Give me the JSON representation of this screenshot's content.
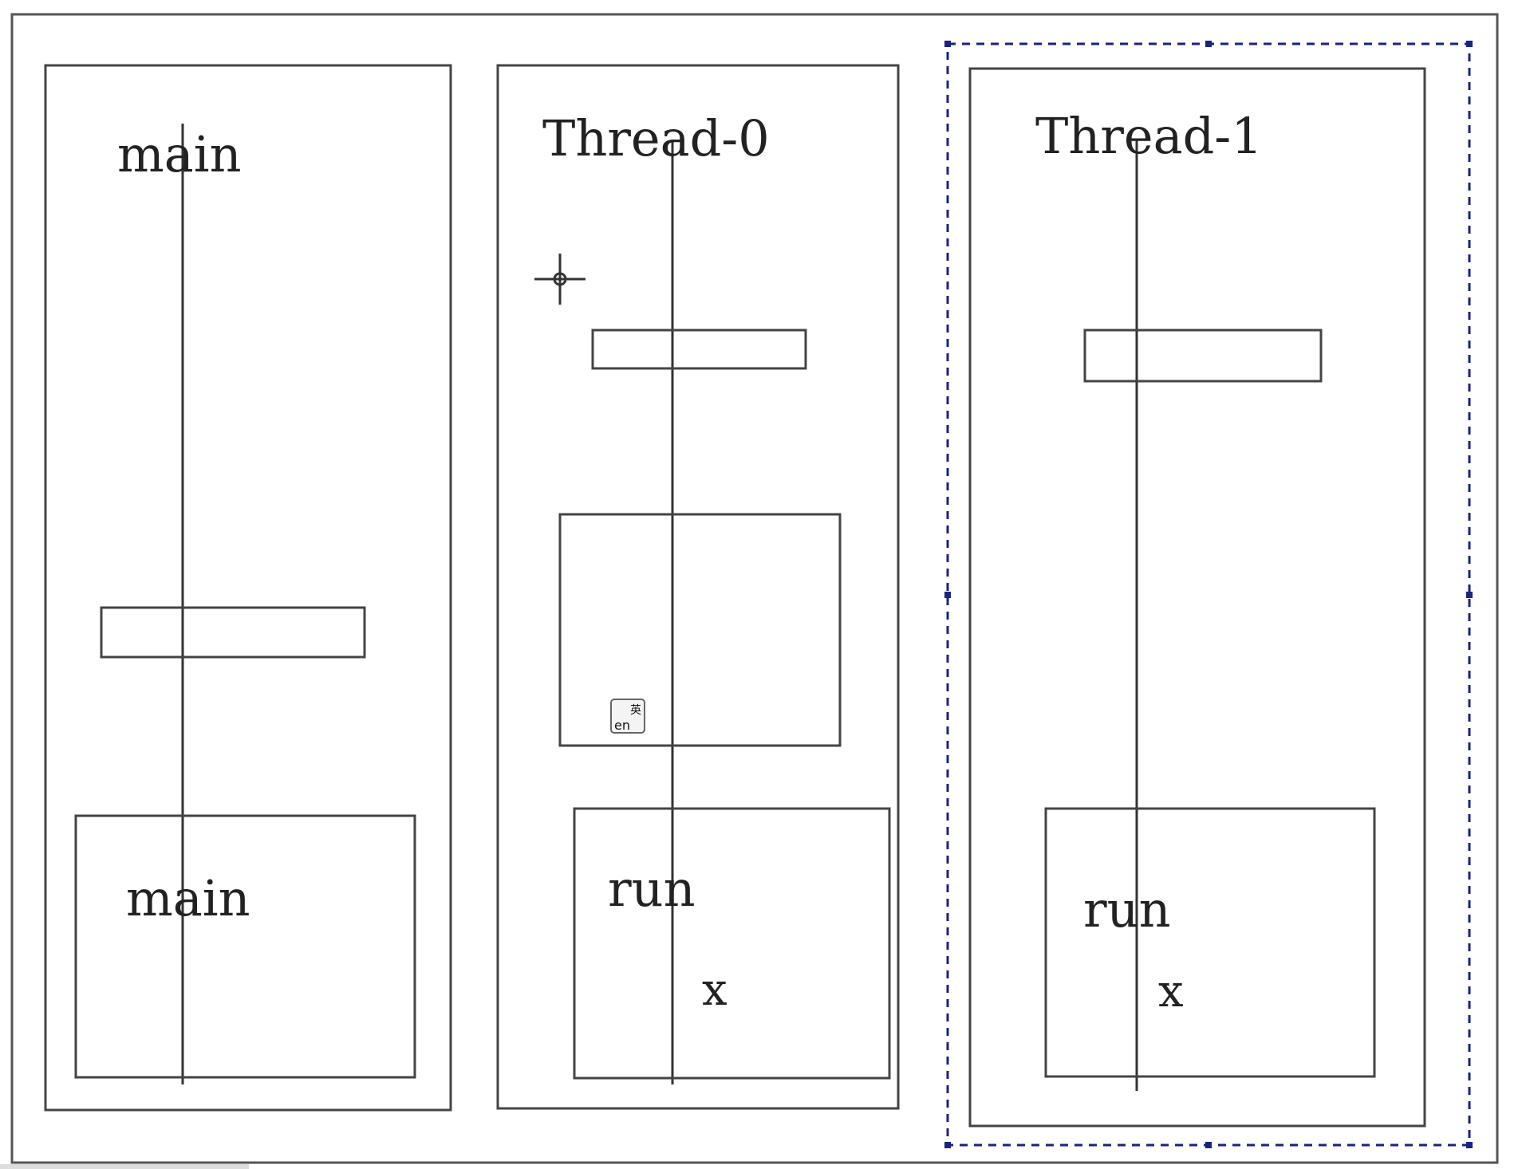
{
  "colors": {
    "line": "#444444",
    "selection": "#1a237e",
    "background": "#ffffff"
  },
  "threads": [
    {
      "name": "main",
      "frame_label": "main",
      "variable": ""
    },
    {
      "name": "Thread-0",
      "frame_label": "run",
      "variable": "x"
    },
    {
      "name": "Thread-1",
      "frame_label": "run",
      "variable": "x"
    }
  ],
  "ime_indicator": {
    "latin": "en",
    "han": "英"
  },
  "icons": {
    "cursor": "crosshair-cursor-icon",
    "ime": "ime-language-icon"
  }
}
